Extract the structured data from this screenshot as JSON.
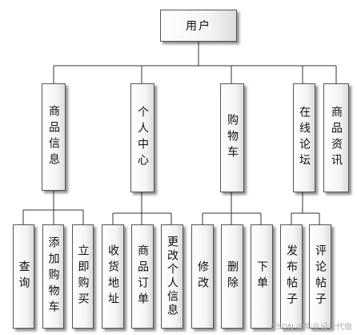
{
  "root": {
    "label": "用户"
  },
  "level1": {
    "goods_info": "商品信息",
    "personal_center": "个人中心",
    "cart": "购物车",
    "forum": "在线论坛",
    "news": "商品资讯"
  },
  "level2": {
    "query": "查询",
    "add_to_cart": "添加购物车",
    "buy_now": "立即购买",
    "address": "收货地址",
    "orders": "商品订单",
    "edit_profile": "更改个人信息",
    "modify": "修改",
    "delete": "删除",
    "place_order": "下单",
    "post": "发布帖子",
    "comment": "评论帖子"
  },
  "watermark": "CSDN @毕业设计代做"
}
